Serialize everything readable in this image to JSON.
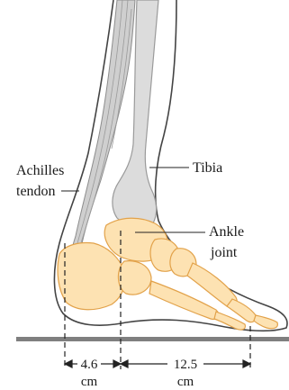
{
  "labels": {
    "achilles_line1": "Achilles",
    "achilles_line2": "tendon",
    "tibia": "Tibia",
    "ankle_line1": "Ankle",
    "ankle_line2": "joint"
  },
  "dimensions": {
    "heel_to_ankle_value": "4.6",
    "heel_to_ankle_unit": "cm",
    "ankle_to_ball_value": "12.5",
    "ankle_to_ball_unit": "cm"
  },
  "colors": {
    "bone": "#fde2b2",
    "bone_outline": "#e2a24a",
    "tibia": "#dcdcdc",
    "tibia_outline": "#9a9a9a",
    "muscle": "#cfcfcf",
    "outline": "#444444",
    "ground": "#7f7f7f"
  }
}
